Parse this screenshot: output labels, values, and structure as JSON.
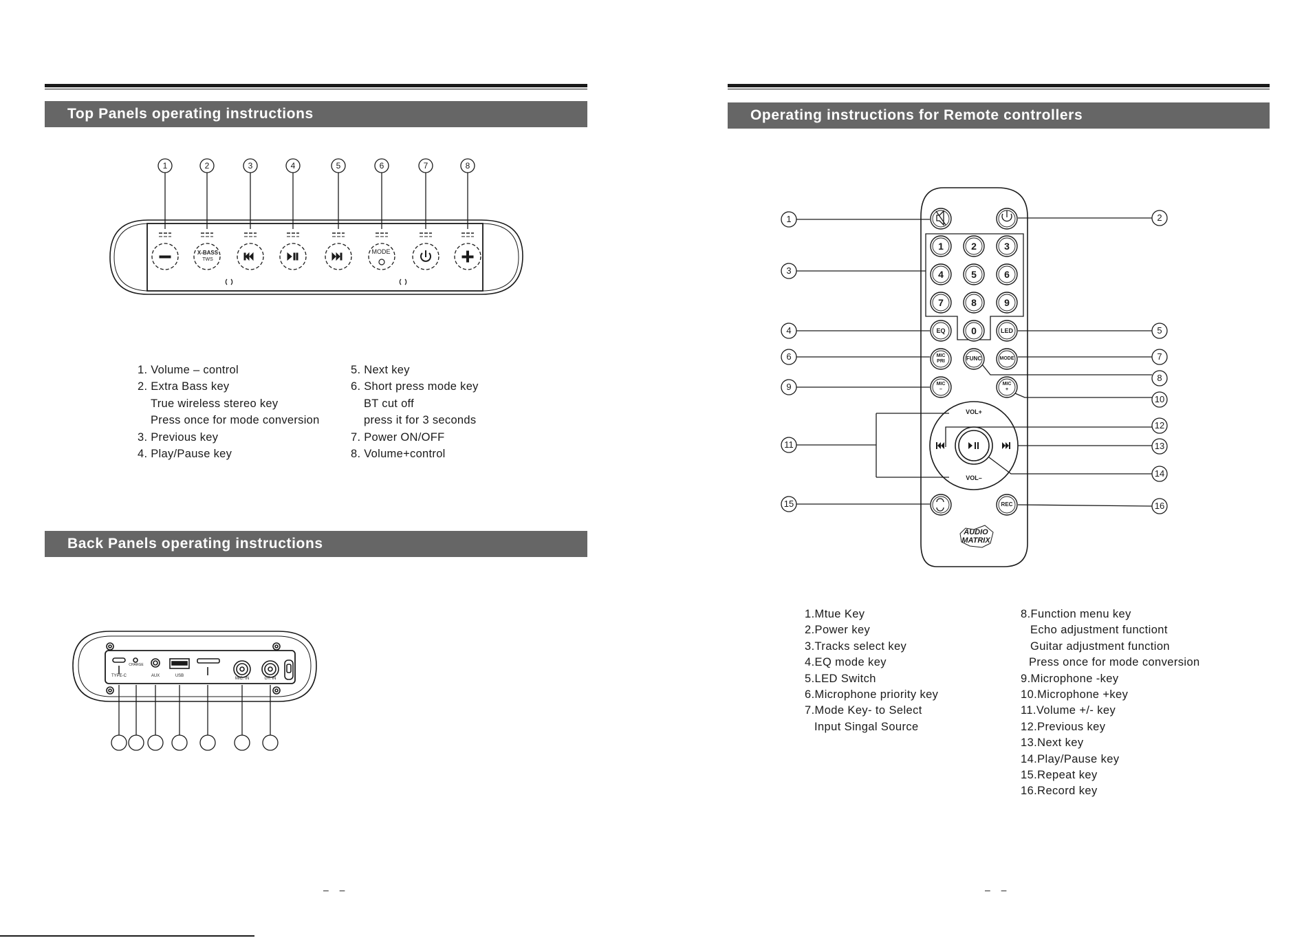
{
  "left_page": {
    "top_panel_heading": "Top Panels operating instructions",
    "top_panel_callouts": [
      "1",
      "2",
      "3",
      "4",
      "5",
      "6",
      "7",
      "8"
    ],
    "top_panel_button_labels": {
      "xbass": "X-BASS",
      "tws": "TWS",
      "mode": "MODE"
    },
    "top_panel_items_col1": [
      {
        "text": "1. Volume – control",
        "indent": false
      },
      {
        "text": "2. Extra Bass key",
        "indent": false
      },
      {
        "text": "True wireless stereo key",
        "indent": true
      },
      {
        "text": "Press once for mode conversion",
        "indent": true
      },
      {
        "text": "3. Previous key",
        "indent": false
      },
      {
        "text": "4. Play/Pause key",
        "indent": false
      }
    ],
    "top_panel_items_col2": [
      {
        "text": "5. Next key",
        "indent": false
      },
      {
        "text": "6. Short press mode key",
        "indent": false
      },
      {
        "text": "BT cut off",
        "indent": true
      },
      {
        "text": "press it for 3 seconds",
        "indent": true
      },
      {
        "text": "7. Power ON/OFF",
        "indent": false
      },
      {
        "text": "8. Volume+control",
        "indent": false
      }
    ],
    "back_panel_heading": "Back Panels operating instructions",
    "back_panel_port_labels": {
      "typec": "TYPE-C",
      "charge": "CHARGE",
      "aux": "AUX",
      "usb": "USB",
      "micin": "MIC. IN",
      "gtin": "GT. IN"
    },
    "page_number": "– –"
  },
  "right_page": {
    "remote_heading": "Operating instructions for Remote controllers",
    "remote_callouts": [
      "1",
      "2",
      "3",
      "4",
      "5",
      "6",
      "7",
      "8",
      "9",
      "10",
      "11",
      "12",
      "13",
      "14",
      "15",
      "16"
    ],
    "remote_button_labels": {
      "digits": [
        "1",
        "2",
        "3",
        "4",
        "5",
        "6",
        "7",
        "8",
        "9",
        "0"
      ],
      "eq": "EQ",
      "led": "LED",
      "mic_pri_top": "MIC",
      "mic_pri_bottom": "PRI",
      "func": "FUNC",
      "mode": "MODE",
      "mic_minus_top": "MIC",
      "mic_minus_bottom": "–",
      "mic_plus_top": "MIC",
      "mic_plus_bottom": "+",
      "vol_plus": "VOL+",
      "vol_minus": "VOL–",
      "rec": "REC",
      "logo_top": "AUDIO",
      "logo_bottom": "MATRIX"
    },
    "remote_items_col1": [
      {
        "text": "1.Mtue Key",
        "indent": false
      },
      {
        "text": "2.Power key",
        "indent": false
      },
      {
        "text": "3.Tracks select key",
        "indent": false
      },
      {
        "text": "4.EQ mode key",
        "indent": false
      },
      {
        "text": "5.LED Switch",
        "indent": false
      },
      {
        "text": "6.Microphone priority key",
        "indent": false
      },
      {
        "text": "7.Mode Key- to Select",
        "indent": false
      },
      {
        "text": "Input Singal Source",
        "indent": true
      }
    ],
    "remote_items_col2": [
      {
        "text": "8.Function menu key",
        "indent": false
      },
      {
        "text": "Echo adjustment functiont",
        "indent": true
      },
      {
        "text": "Guitar adjustment function",
        "indent": true
      },
      {
        "text": "Press once for mode conversion",
        "indent": "small"
      },
      {
        "text": "9.Microphone -key",
        "indent": false
      },
      {
        "text": "10.Microphone +key",
        "indent": false
      },
      {
        "text": "11.Volume +/- key",
        "indent": false
      },
      {
        "text": "12.Previous key",
        "indent": false
      },
      {
        "text": "13.Next key",
        "indent": false
      },
      {
        "text": "14.Play/Pause key",
        "indent": false
      },
      {
        "text": "15.Repeat key",
        "indent": false
      },
      {
        "text": "16.Record key",
        "indent": false
      }
    ],
    "page_number": "– –"
  }
}
